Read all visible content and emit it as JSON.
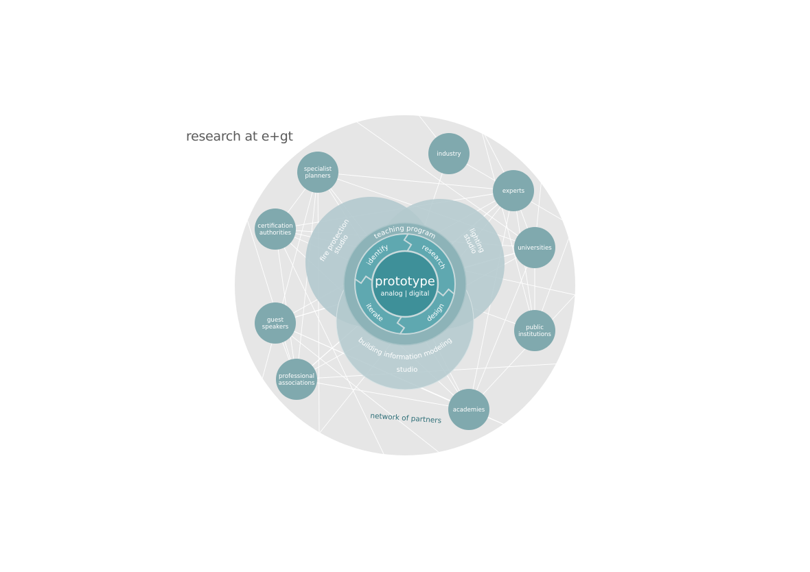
{
  "title": "research at e+gt",
  "core": {
    "title": "prototype",
    "subtitle": "analog | digital"
  },
  "teaching_ring": "teaching program",
  "cycle": [
    "identify",
    "research",
    "design",
    "iterate"
  ],
  "studios": {
    "fire": [
      "fire protection",
      "studio"
    ],
    "lighting": [
      "lighting",
      "studio"
    ],
    "bim": [
      "building information modeling",
      "studio"
    ]
  },
  "network_label": "network of partners",
  "partners": [
    {
      "id": "industry",
      "lines": [
        "industry"
      ]
    },
    {
      "id": "experts",
      "lines": [
        "experts"
      ]
    },
    {
      "id": "universities",
      "lines": [
        "universities"
      ]
    },
    {
      "id": "public-institutions",
      "lines": [
        "public",
        "institutions"
      ]
    },
    {
      "id": "academies",
      "lines": [
        "academies"
      ]
    },
    {
      "id": "professional-associations",
      "lines": [
        "professional",
        "associations"
      ]
    },
    {
      "id": "guest-speakers",
      "lines": [
        "guest",
        "speakers"
      ]
    },
    {
      "id": "certification-authorities",
      "lines": [
        "certification",
        "authorities"
      ]
    },
    {
      "id": "specialist-planners",
      "lines": [
        "specialist",
        "planners"
      ]
    }
  ],
  "colors": {
    "network_bg": "#e6e6e6",
    "node": "#80a9ae",
    "studio": "#b3c9ce",
    "teaching": "#8db3b8",
    "cycle": "#5fa8b0",
    "core": "#3e9099",
    "network_label": "#2e6f78"
  }
}
